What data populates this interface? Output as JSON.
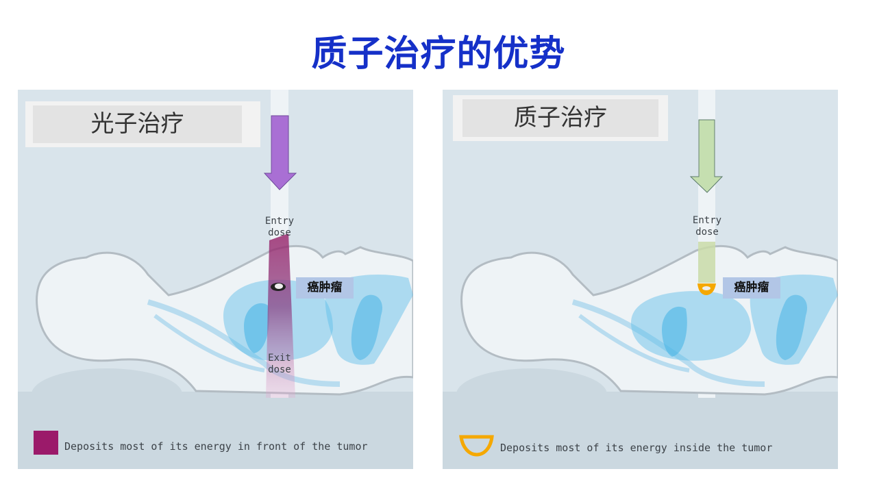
{
  "title": "质子治疗的优势",
  "panels": [
    {
      "label": "光子治疗",
      "entry_dose": "Entry\ndose",
      "exit_dose": "Exit\ndose",
      "tumor_label": "癌肿瘤",
      "legend_text": "Deposits most of its energy in front of the tumor",
      "beam_color": "#9b2a6e",
      "arrow_color": "#a96fd4"
    },
    {
      "label": "质子治疗",
      "entry_dose": "Entry\ndose",
      "tumor_label": "癌肿瘤",
      "legend_text": "Deposits most of its energy inside the tumor",
      "beam_color": "#c9dba8",
      "arrow_color": "#c5dfb0",
      "legend_marker_color": "#f5a800"
    }
  ]
}
